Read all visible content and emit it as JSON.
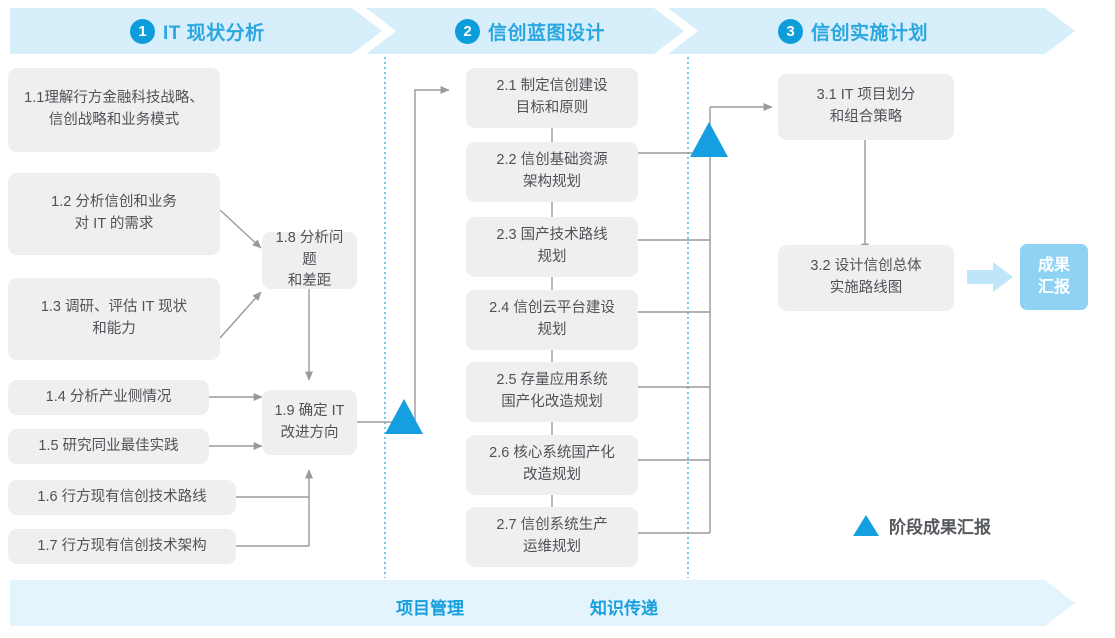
{
  "header": {
    "phases": [
      {
        "num": "1",
        "title": "IT 现状分析"
      },
      {
        "num": "2",
        "title": "信创蓝图设计"
      },
      {
        "num": "3",
        "title": "信创实施计划"
      }
    ]
  },
  "colors": {
    "band_fill": "#d7eefb",
    "bottom_band_fill": "#e3f4fc",
    "accent_blue": "#159fe0",
    "phase_text": "#2aa7e0",
    "box_fill": "#efefef",
    "box_text": "#4f5257",
    "connector": "#9a9a9a",
    "divider_dotted": "#35b3e5",
    "result_fill": "#8ed2f4",
    "result_arrow": "#bfe5f8"
  },
  "phase1": {
    "tasks": [
      {
        "id": "1.1",
        "label": "1.1理解行方金融科技战略、\n信创战略和业务模式"
      },
      {
        "id": "1.2",
        "label": "1.2 分析信创和业务\n对 IT 的需求"
      },
      {
        "id": "1.3",
        "label": "1.3 调研、评估 IT 现状\n和能力"
      },
      {
        "id": "1.4",
        "label": "1.4 分析产业侧情况"
      },
      {
        "id": "1.5",
        "label": "1.5 研究同业最佳实践"
      },
      {
        "id": "1.6",
        "label": "1.6 行方现有信创技术路线"
      },
      {
        "id": "1.7",
        "label": "1.7 行方现有信创技术架构"
      },
      {
        "id": "1.8",
        "label": "1.8 分析问题\n和差距"
      },
      {
        "id": "1.9",
        "label": "1.9 确定 IT\n改进方向"
      }
    ]
  },
  "phase2": {
    "tasks": [
      {
        "id": "2.1",
        "label": "2.1 制定信创建设\n目标和原则"
      },
      {
        "id": "2.2",
        "label": "2.2 信创基础资源\n架构规划"
      },
      {
        "id": "2.3",
        "label": "2.3 国产技术路线\n规划"
      },
      {
        "id": "2.4",
        "label": "2.4 信创云平台建设\n规划"
      },
      {
        "id": "2.5",
        "label": "2.5 存量应用系统\n国产化改造规划"
      },
      {
        "id": "2.6",
        "label": "2.6 核心系统国产化\n改造规划"
      },
      {
        "id": "2.7",
        "label": "2.7 信创系统生产\n运维规划"
      }
    ]
  },
  "phase3": {
    "tasks": [
      {
        "id": "3.1",
        "label": "3.1 IT 项目划分\n和组合策略"
      },
      {
        "id": "3.2",
        "label": "3.2 设计信创总体\n实施路线图"
      }
    ],
    "result": "成果\n汇报"
  },
  "legend": {
    "marker_label": "阶段成果汇报"
  },
  "bottom_band": {
    "labels": [
      "项目管理",
      "知识传递"
    ]
  }
}
